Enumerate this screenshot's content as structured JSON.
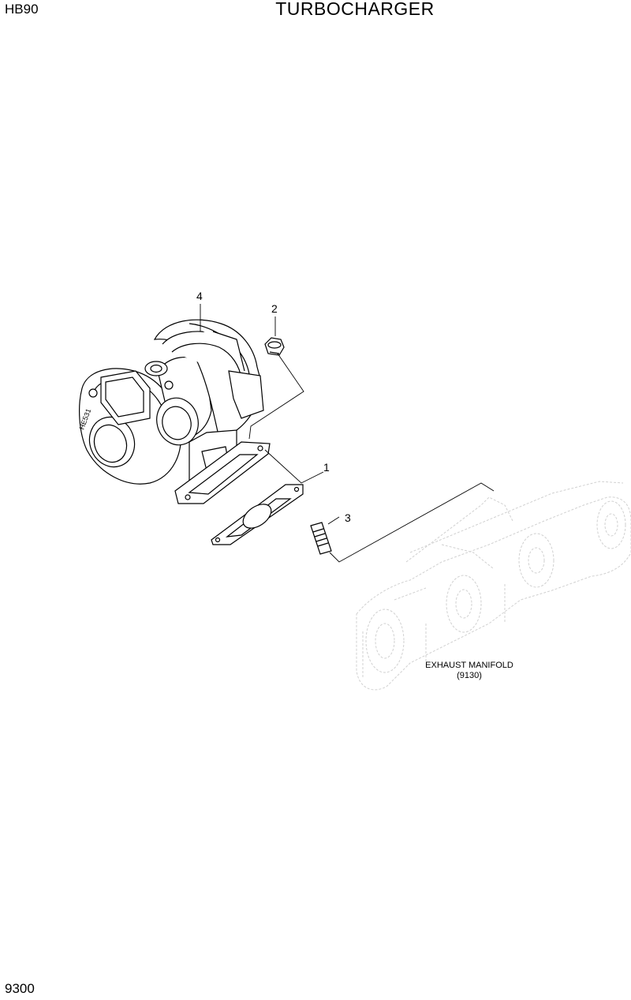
{
  "header": {
    "model": "HB90",
    "title": "TURBOCHARGER"
  },
  "footer": {
    "page_number": "9300"
  },
  "callouts": [
    {
      "id": "callout-4",
      "label": "4",
      "part": "turbocharger"
    },
    {
      "id": "callout-2",
      "label": "2",
      "part": "nut"
    },
    {
      "id": "callout-1",
      "label": "1",
      "part": "gasket"
    },
    {
      "id": "callout-3",
      "label": "3",
      "part": "stud"
    }
  ],
  "reference": {
    "name": "EXHAUST MANIFOLD",
    "code": "(9130)"
  }
}
